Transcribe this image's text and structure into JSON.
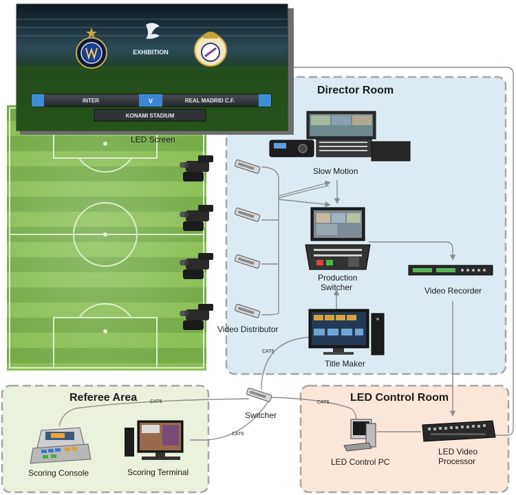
{
  "zones": {
    "director": "Director Room",
    "referee": "Referee Area",
    "led_control": "LED Control Room"
  },
  "led_screen": {
    "caption": "LED Screen",
    "banner": "EXHIBITION",
    "team_home": "INTER",
    "vs": "V",
    "team_away": "REAL MADRID C.F.",
    "stadium": "KONAMI STADIUM"
  },
  "devices": {
    "slow_motion": "Slow Motion",
    "production_switcher_line1": "Production",
    "production_switcher_line2": "Switcher",
    "video_recorder": "Video Recorder",
    "video_distributor": "Video Distributor",
    "title_maker": "Title Maker",
    "switcher": "Switcher",
    "scoring_console": "Scoring Console",
    "scoring_terminal": "Scoring Terminal",
    "led_control_pc": "LED Control PC",
    "led_video_processor_line1": "LED Video",
    "led_video_processor_line2": "Processor"
  },
  "cables": {
    "title_maker_link": "CAT6",
    "console_link": "CAT6",
    "terminal_link": "CAT6",
    "led_pc_link": "CAT6"
  },
  "colors": {
    "director_fill": "#dcebf3",
    "referee_fill": "#eaf1dd",
    "led_fill": "#fbe6da",
    "zone_border": "#a6a6a6",
    "pitch_light": "#8cbf57",
    "pitch_dark": "#74a845"
  }
}
